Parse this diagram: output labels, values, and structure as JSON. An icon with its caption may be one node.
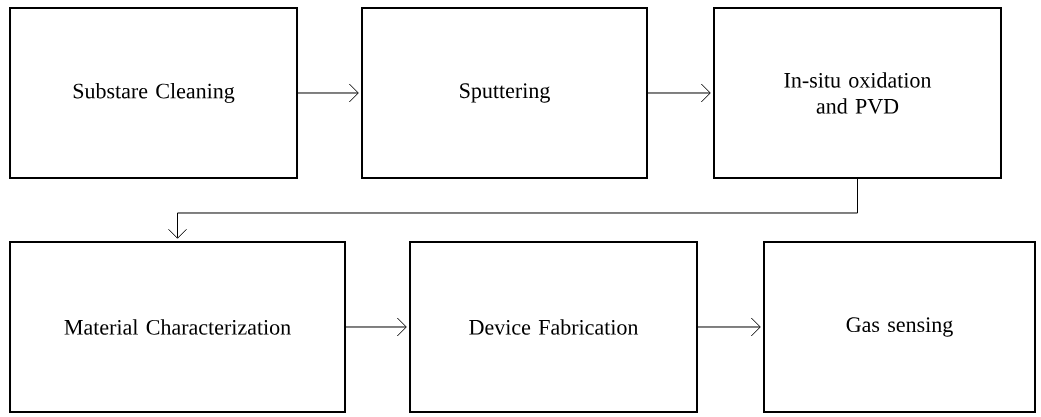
{
  "diagram": {
    "nodes": [
      {
        "text": [
          "Substare Cleaning"
        ]
      },
      {
        "text": [
          "Sputtering"
        ]
      },
      {
        "text": [
          "In-situ oxidation and PVD"
        ]
      },
      {
        "text": [
          "Material Characterization"
        ]
      },
      {
        "text": [
          "Device Fabrication"
        ]
      },
      {
        "text": [
          "Gas sensing"
        ]
      }
    ],
    "edges": [
      {
        "from": 0,
        "to": 1,
        "arrow": "to"
      },
      {
        "from": 1,
        "to": 2,
        "arrow": "to"
      },
      {
        "from": 2,
        "to": 3,
        "arrow": "to"
      },
      {
        "from": 3,
        "to": 4,
        "arrow": "to"
      },
      {
        "from": 4,
        "to": 5,
        "arrow": "to"
      }
    ]
  }
}
